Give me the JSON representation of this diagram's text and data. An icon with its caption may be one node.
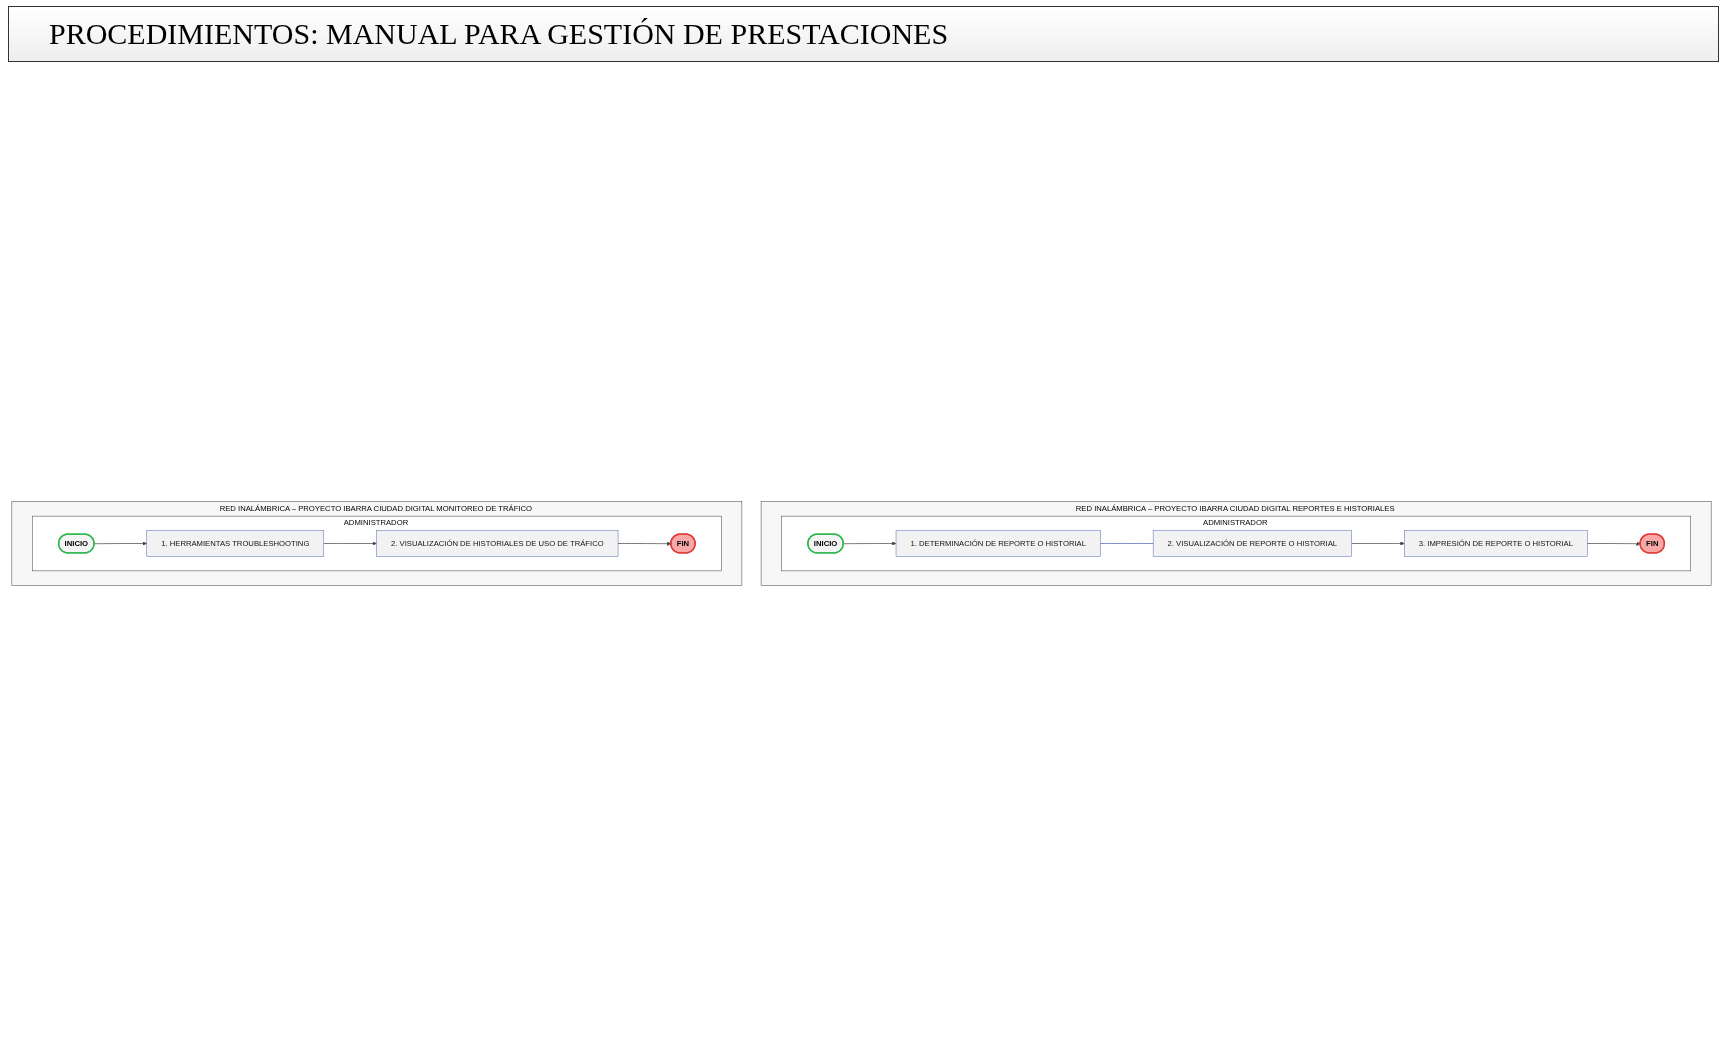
{
  "diagram": {
    "title": "PROCEDIMIENTOS: MANUAL PARA GESTIÓN DE PRESTACIONES",
    "nodes": [
      {
        "text": [
          "RED INALÁMBRICA – PROYECTO IBARRA CIUDAD DIGITAL REPORTES E HISTORIALES"
        ]
      },
      {
        "text": [
          "ADMINISTRADOR"
        ],
        "in": 0
      },
      {
        "text": [
          "INICIO"
        ],
        "in": 1
      },
      {
        "text": [
          "1. DETERMINACIÓN DE REPORTE O HISTORIAL"
        ],
        "in": 1
      },
      {
        "text": [
          "2. VISUALIZACIÓN DE REPORTE O HISTORIAL"
        ],
        "in": 1
      },
      {
        "text": [
          "3. IMPRESIÓN DE REPORTE O HISTORIAL"
        ],
        "in": 1
      },
      {
        "text": [
          "FIN"
        ],
        "in": 1
      },
      {
        "text": [
          "RED INALÁMBRICA – PROYECTO IBARRA CIUDAD DIGITAL MONITOREO DE TRÁFICO"
        ]
      },
      {
        "text": [
          "ADMINISTRADOR"
        ],
        "in": 7
      },
      {
        "text": [
          "INICIO"
        ],
        "in": 8
      },
      {
        "text": [
          "1. HERRAMIENTAS TROUBLESHOOTING"
        ],
        "in": 8
      },
      {
        "text": [
          "2. VISUALIZACIÓN DE HISTORIALES DE USO DE TRÁFICO"
        ],
        "in": 8
      },
      {
        "text": [
          "FIN"
        ],
        "in": 8
      }
    ],
    "edges": [
      {
        "from": 2,
        "to": 3,
        "arrow": "to"
      },
      {
        "from": 3,
        "to": 4,
        "arrow": "none",
        "color": "#4a5fb0"
      },
      {
        "from": 4,
        "to": 5,
        "arrow": "to"
      },
      {
        "from": 5,
        "to": 6,
        "arrow": "to"
      },
      {
        "from": 9,
        "to": 10,
        "arrow": "to"
      },
      {
        "from": 10,
        "to": 11,
        "arrow": "to"
      },
      {
        "from": 11,
        "to": 12,
        "arrow": "to"
      }
    ]
  }
}
